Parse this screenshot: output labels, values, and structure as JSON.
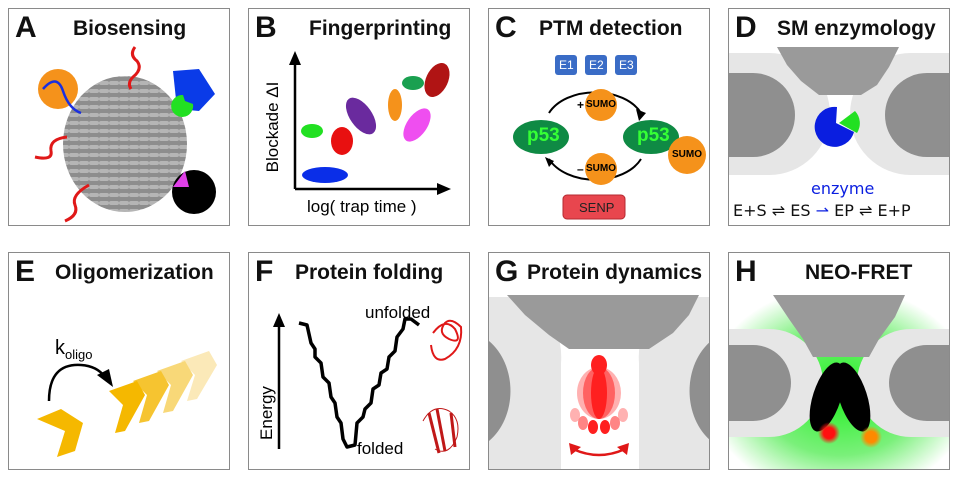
{
  "panels": {
    "A": {
      "letter": "A",
      "title": "Biosensing"
    },
    "B": {
      "letter": "B",
      "title": "Fingerprinting",
      "y_axis": "Blockade ΔI",
      "x_axis": "log( trap time )"
    },
    "C": {
      "letter": "C",
      "title": "PTM detection",
      "enzymes": [
        "E1",
        "E2",
        "E3"
      ],
      "protein_left": "p53",
      "protein_right": "p53",
      "add_label": "+",
      "remove_label": "–",
      "sumo": "SUMO",
      "protease": "SENP"
    },
    "D": {
      "letter": "D",
      "title": "SM enzymology",
      "enzyme_label": "enzyme",
      "reaction": [
        "E+S",
        "⇌",
        "ES",
        "⇀",
        "EP",
        "⇌",
        "E+P"
      ]
    },
    "E": {
      "letter": "E",
      "title": "Oligomerization",
      "rate_k": "k",
      "rate_sub": "oligo"
    },
    "F": {
      "letter": "F",
      "title": "Protein folding",
      "y_axis": "Energy",
      "unfolded": "unfolded",
      "folded": "folded"
    },
    "G": {
      "letter": "G",
      "title": "Protein dynamics"
    },
    "H": {
      "letter": "H",
      "title": "NEO-FRET"
    }
  },
  "colors": {
    "enzyme_blue": "#0a1ee0",
    "substrate_green": "#22e022",
    "p53_green": "#0f8a44",
    "p53_text": "#35ff35",
    "sumo_orange": "#f5921b",
    "enzyme_box": "#3a6cc6",
    "senp_red": "#e8464e",
    "chevron": "#f5b800",
    "pore_dark": "#8f8f8f",
    "pore_light": "#e6e6e6"
  }
}
